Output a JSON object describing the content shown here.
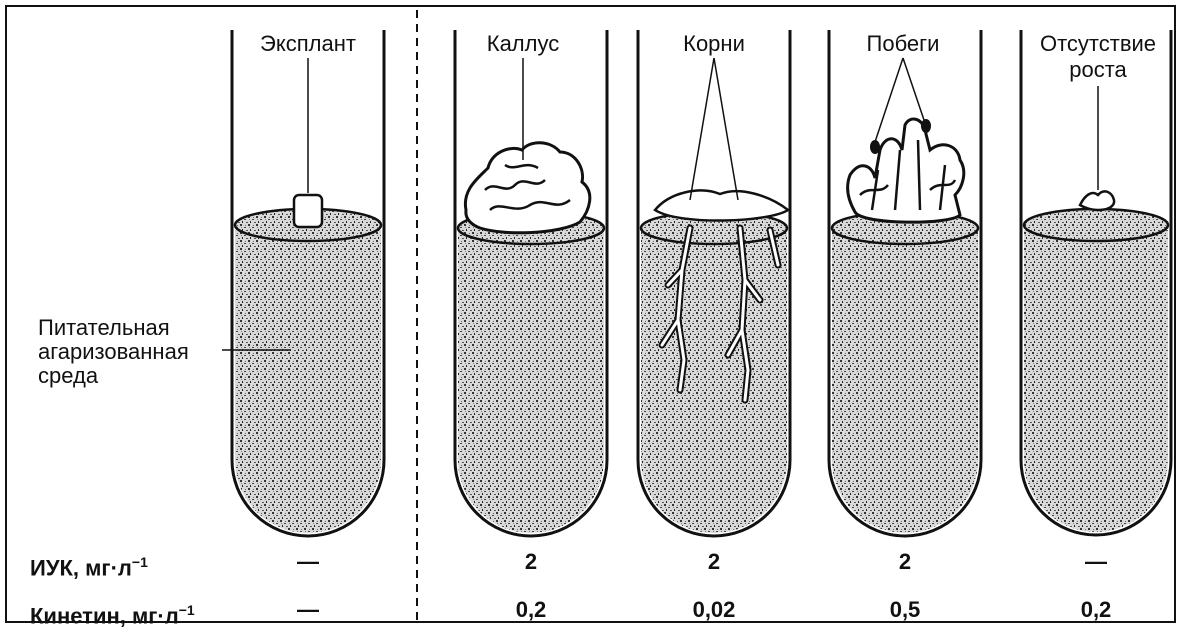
{
  "tube_labels": {
    "explant": "Эксплант",
    "callus": "Каллус",
    "roots": "Корни",
    "shoots": "Побеги",
    "no_growth_line1": "Отсутствие",
    "no_growth_line2": "роста"
  },
  "medium_label": [
    "Питательная",
    "агаризованная",
    "среда"
  ],
  "rows": {
    "iuk_label": "ИУК, мг·л",
    "kinetin_label": "Кинетин, мг·л",
    "unit_exponent": "−1",
    "iuk_values": [
      "—",
      "2",
      "2",
      "2",
      "—"
    ],
    "kinetin_values": [
      "—",
      "0,2",
      "0,02",
      "0,5",
      "0,2"
    ]
  },
  "colors": {
    "ink": "#111111",
    "medium": "#8a8a8a",
    "background": "#ffffff"
  }
}
